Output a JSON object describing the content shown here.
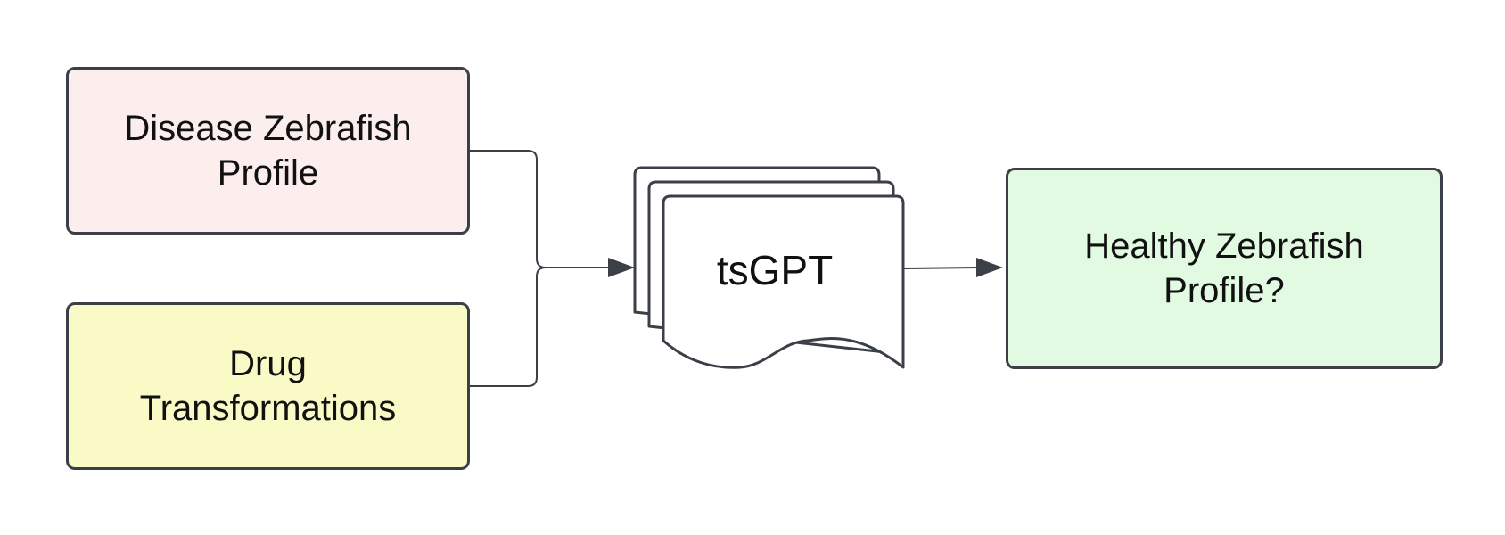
{
  "nodes": {
    "disease_profile": {
      "label": "Disease Zebrafish\nProfile",
      "fill": "#fdeeee"
    },
    "drug_transformations": {
      "label": "Drug\nTransformations",
      "fill": "#fafac6"
    },
    "model": {
      "label": "tsGPT",
      "fill": "#ffffff"
    },
    "healthy_profile": {
      "label": "Healthy Zebrafish\nProfile?",
      "fill": "#e2f9e2"
    }
  },
  "colors": {
    "stroke": "#3b3f48",
    "text": "#111111"
  },
  "edges": [
    {
      "from": "disease_profile",
      "to": "model"
    },
    {
      "from": "drug_transformations",
      "to": "model"
    },
    {
      "from": "model",
      "to": "healthy_profile"
    }
  ]
}
